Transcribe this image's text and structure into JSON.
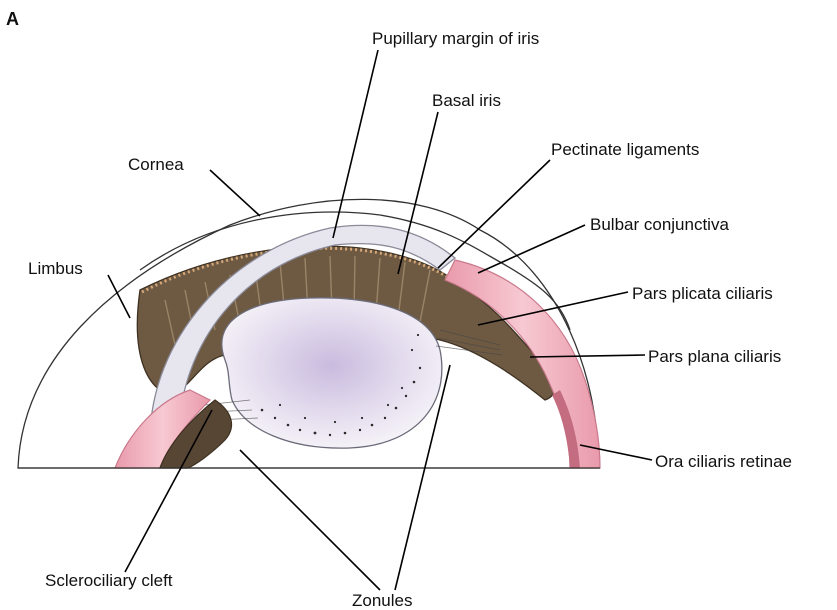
{
  "panel_letter": "A",
  "labels": {
    "pupillary_margin": "Pupillary margin of iris",
    "basal_iris": "Basal iris",
    "pectinate_ligaments": "Pectinate ligaments",
    "cornea": "Cornea",
    "bulbar_conjunctiva": "Bulbar conjunctiva",
    "limbus": "Limbus",
    "pars_plicata": "Pars plicata ciliaris",
    "pars_plana": "Pars plana ciliaris",
    "ora_ciliaris": "Ora ciliaris retinae",
    "sclerociliary_cleft": "Sclerociliary cleft",
    "zonules": "Zonules"
  },
  "colors": {
    "sclera_pink": "#f2b3bf",
    "sclera_edge": "#d98898",
    "retina_dark": "#c46c80",
    "iris_brown": "#6e5a43",
    "iris_light": "#9a8468",
    "ciliary_brown": "#574634",
    "pigment_dots": "#d6a878",
    "lens_fill": "#e9e2f0",
    "lens_center": "#cdbfe0",
    "cornea_fill": "#e6e6ee",
    "zonule_dots": "#2b2b2b",
    "line": "#000000"
  }
}
